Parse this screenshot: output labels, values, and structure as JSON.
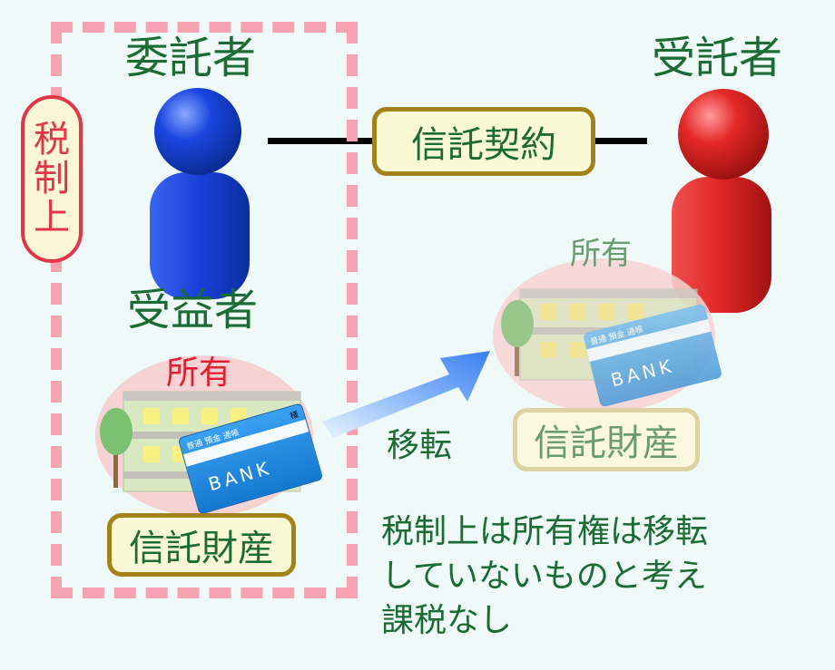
{
  "tax_label": [
    "税",
    "制",
    "上"
  ],
  "settlor_label": "委託者",
  "trustee_label": "受託者",
  "beneficiary_label": "受益者",
  "contract_label": "信託契約",
  "ownership_left": "所有",
  "ownership_right": "所有",
  "transfer_label": "移転",
  "trust_property_left": "信託財産",
  "trust_property_right": "信託財産",
  "bank_card": {
    "header": "普通 預金 通帳",
    "corner": "様",
    "brand": "BANK"
  },
  "note_lines": [
    "税制上は所有権は移転",
    "していないものと考え",
    "課税なし"
  ],
  "colors": {
    "settlor": "#1a46d8",
    "trustee": "#e02828",
    "text_green": "#1a6b34",
    "dash_pink": "#f7a2b2"
  }
}
